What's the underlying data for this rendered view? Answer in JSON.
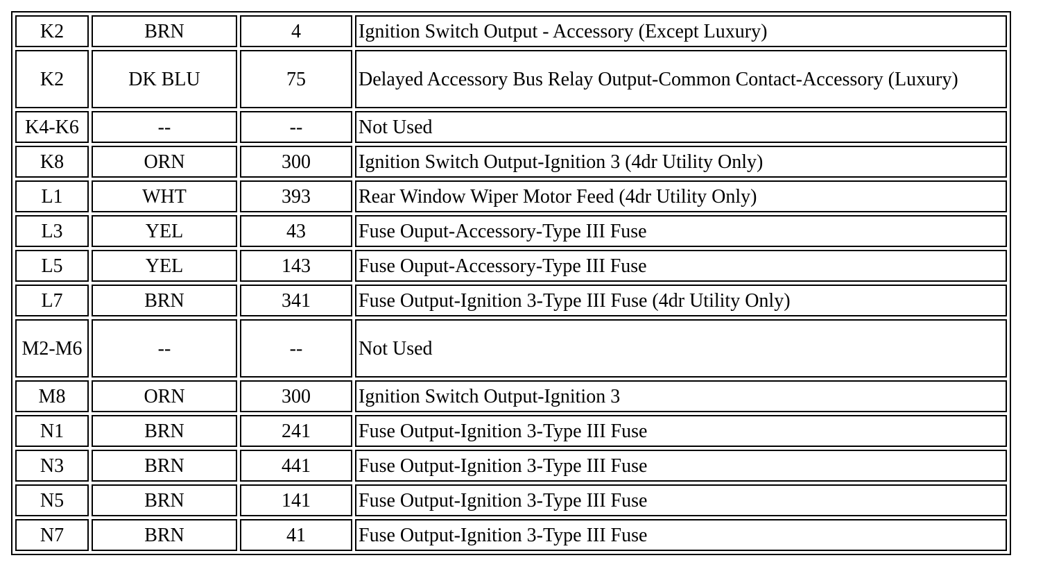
{
  "table": {
    "rows": [
      {
        "pin": "K2",
        "color": "BRN",
        "circuit": "4",
        "function": "Ignition Switch Output - Accessory (Except Luxury)",
        "tall": false
      },
      {
        "pin": "K2",
        "color": "DK BLU",
        "circuit": "75",
        "function": "Delayed Accessory Bus Relay Output-Common Contact-Accessory (Luxury)",
        "tall": true
      },
      {
        "pin": "K4-K6",
        "color": "--",
        "circuit": "--",
        "function": "Not Used",
        "tall": false
      },
      {
        "pin": "K8",
        "color": "ORN",
        "circuit": "300",
        "function": "Ignition Switch Output-Ignition 3 (4dr Utility Only)",
        "tall": false
      },
      {
        "pin": "L1",
        "color": "WHT",
        "circuit": "393",
        "function": "Rear Window Wiper Motor Feed (4dr Utility Only)",
        "tall": false
      },
      {
        "pin": "L3",
        "color": "YEL",
        "circuit": "43",
        "function": "Fuse Ouput-Accessory-Type III Fuse",
        "tall": false
      },
      {
        "pin": "L5",
        "color": "YEL",
        "circuit": "143",
        "function": "Fuse Ouput-Accessory-Type III Fuse",
        "tall": false
      },
      {
        "pin": "L7",
        "color": "BRN",
        "circuit": "341",
        "function": "Fuse Output-Ignition 3-Type III Fuse (4dr Utility Only)",
        "tall": false
      },
      {
        "pin": "M2-M6",
        "color": "--",
        "circuit": "--",
        "function": "Not Used",
        "tall": true
      },
      {
        "pin": "M8",
        "color": "ORN",
        "circuit": "300",
        "function": "Ignition Switch Output-Ignition 3",
        "tall": false
      },
      {
        "pin": "N1",
        "color": "BRN",
        "circuit": "241",
        "function": "Fuse Output-Ignition 3-Type III Fuse",
        "tall": false
      },
      {
        "pin": "N3",
        "color": "BRN",
        "circuit": "441",
        "function": "Fuse Output-Ignition 3-Type III Fuse",
        "tall": false
      },
      {
        "pin": "N5",
        "color": "BRN",
        "circuit": "141",
        "function": "Fuse Output-Ignition 3-Type III Fuse",
        "tall": false
      },
      {
        "pin": "N7",
        "color": "BRN",
        "circuit": "41",
        "function": "Fuse Output-Ignition 3-Type III Fuse",
        "tall": false
      }
    ]
  }
}
